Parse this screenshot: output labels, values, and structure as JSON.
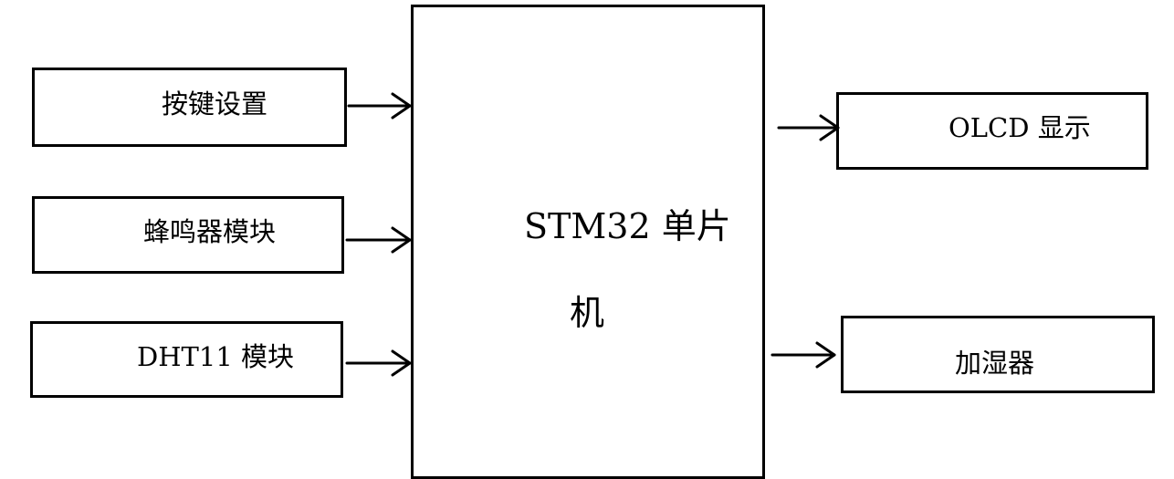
{
  "diagram": {
    "inputs": {
      "keys": "按键设置",
      "buzzer": "蜂鸣器模块",
      "dht11": "DHT11 模块"
    },
    "mcu": {
      "line1": "STM32 单片",
      "line2": "机"
    },
    "outputs": {
      "olcd": "OLCD 显示",
      "humidifier": "加湿器"
    }
  }
}
